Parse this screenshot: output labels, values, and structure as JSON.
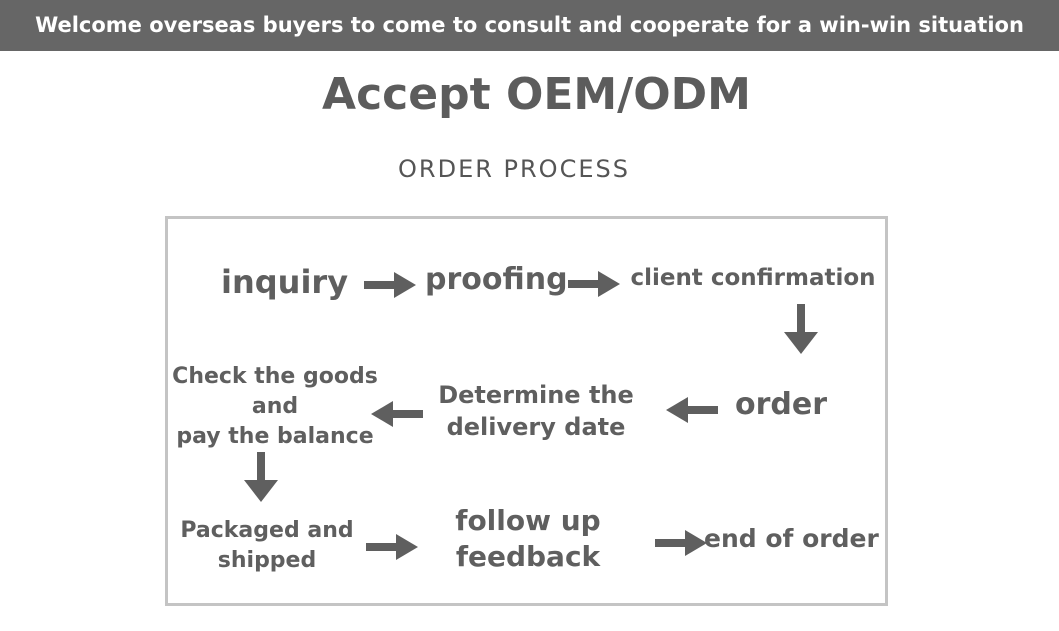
{
  "banner": {
    "text": "Welcome overseas buyers to come to consult and cooperate for a win-win situation"
  },
  "header": {
    "title": "Accept OEM/ODM",
    "subtitle": "ORDER PROCESS"
  },
  "process": {
    "steps": [
      {
        "id": "inquiry",
        "lines": [
          "inquiry"
        ]
      },
      {
        "id": "proofing",
        "lines": [
          "proofing"
        ]
      },
      {
        "id": "client-confirmation",
        "lines": [
          "client confirmation"
        ]
      },
      {
        "id": "order",
        "lines": [
          "order"
        ]
      },
      {
        "id": "determine-delivery",
        "lines": [
          "Determine the",
          "delivery date"
        ]
      },
      {
        "id": "check-goods",
        "lines": [
          "Check the goods",
          "and",
          "pay the balance"
        ]
      },
      {
        "id": "packaged-shipped",
        "lines": [
          "Packaged and",
          "shipped"
        ]
      },
      {
        "id": "follow-up",
        "lines": [
          "follow up",
          "feedback"
        ]
      },
      {
        "id": "end-of-order",
        "lines": [
          "end of order"
        ]
      }
    ],
    "arrow_color": "#5f5f5f"
  }
}
